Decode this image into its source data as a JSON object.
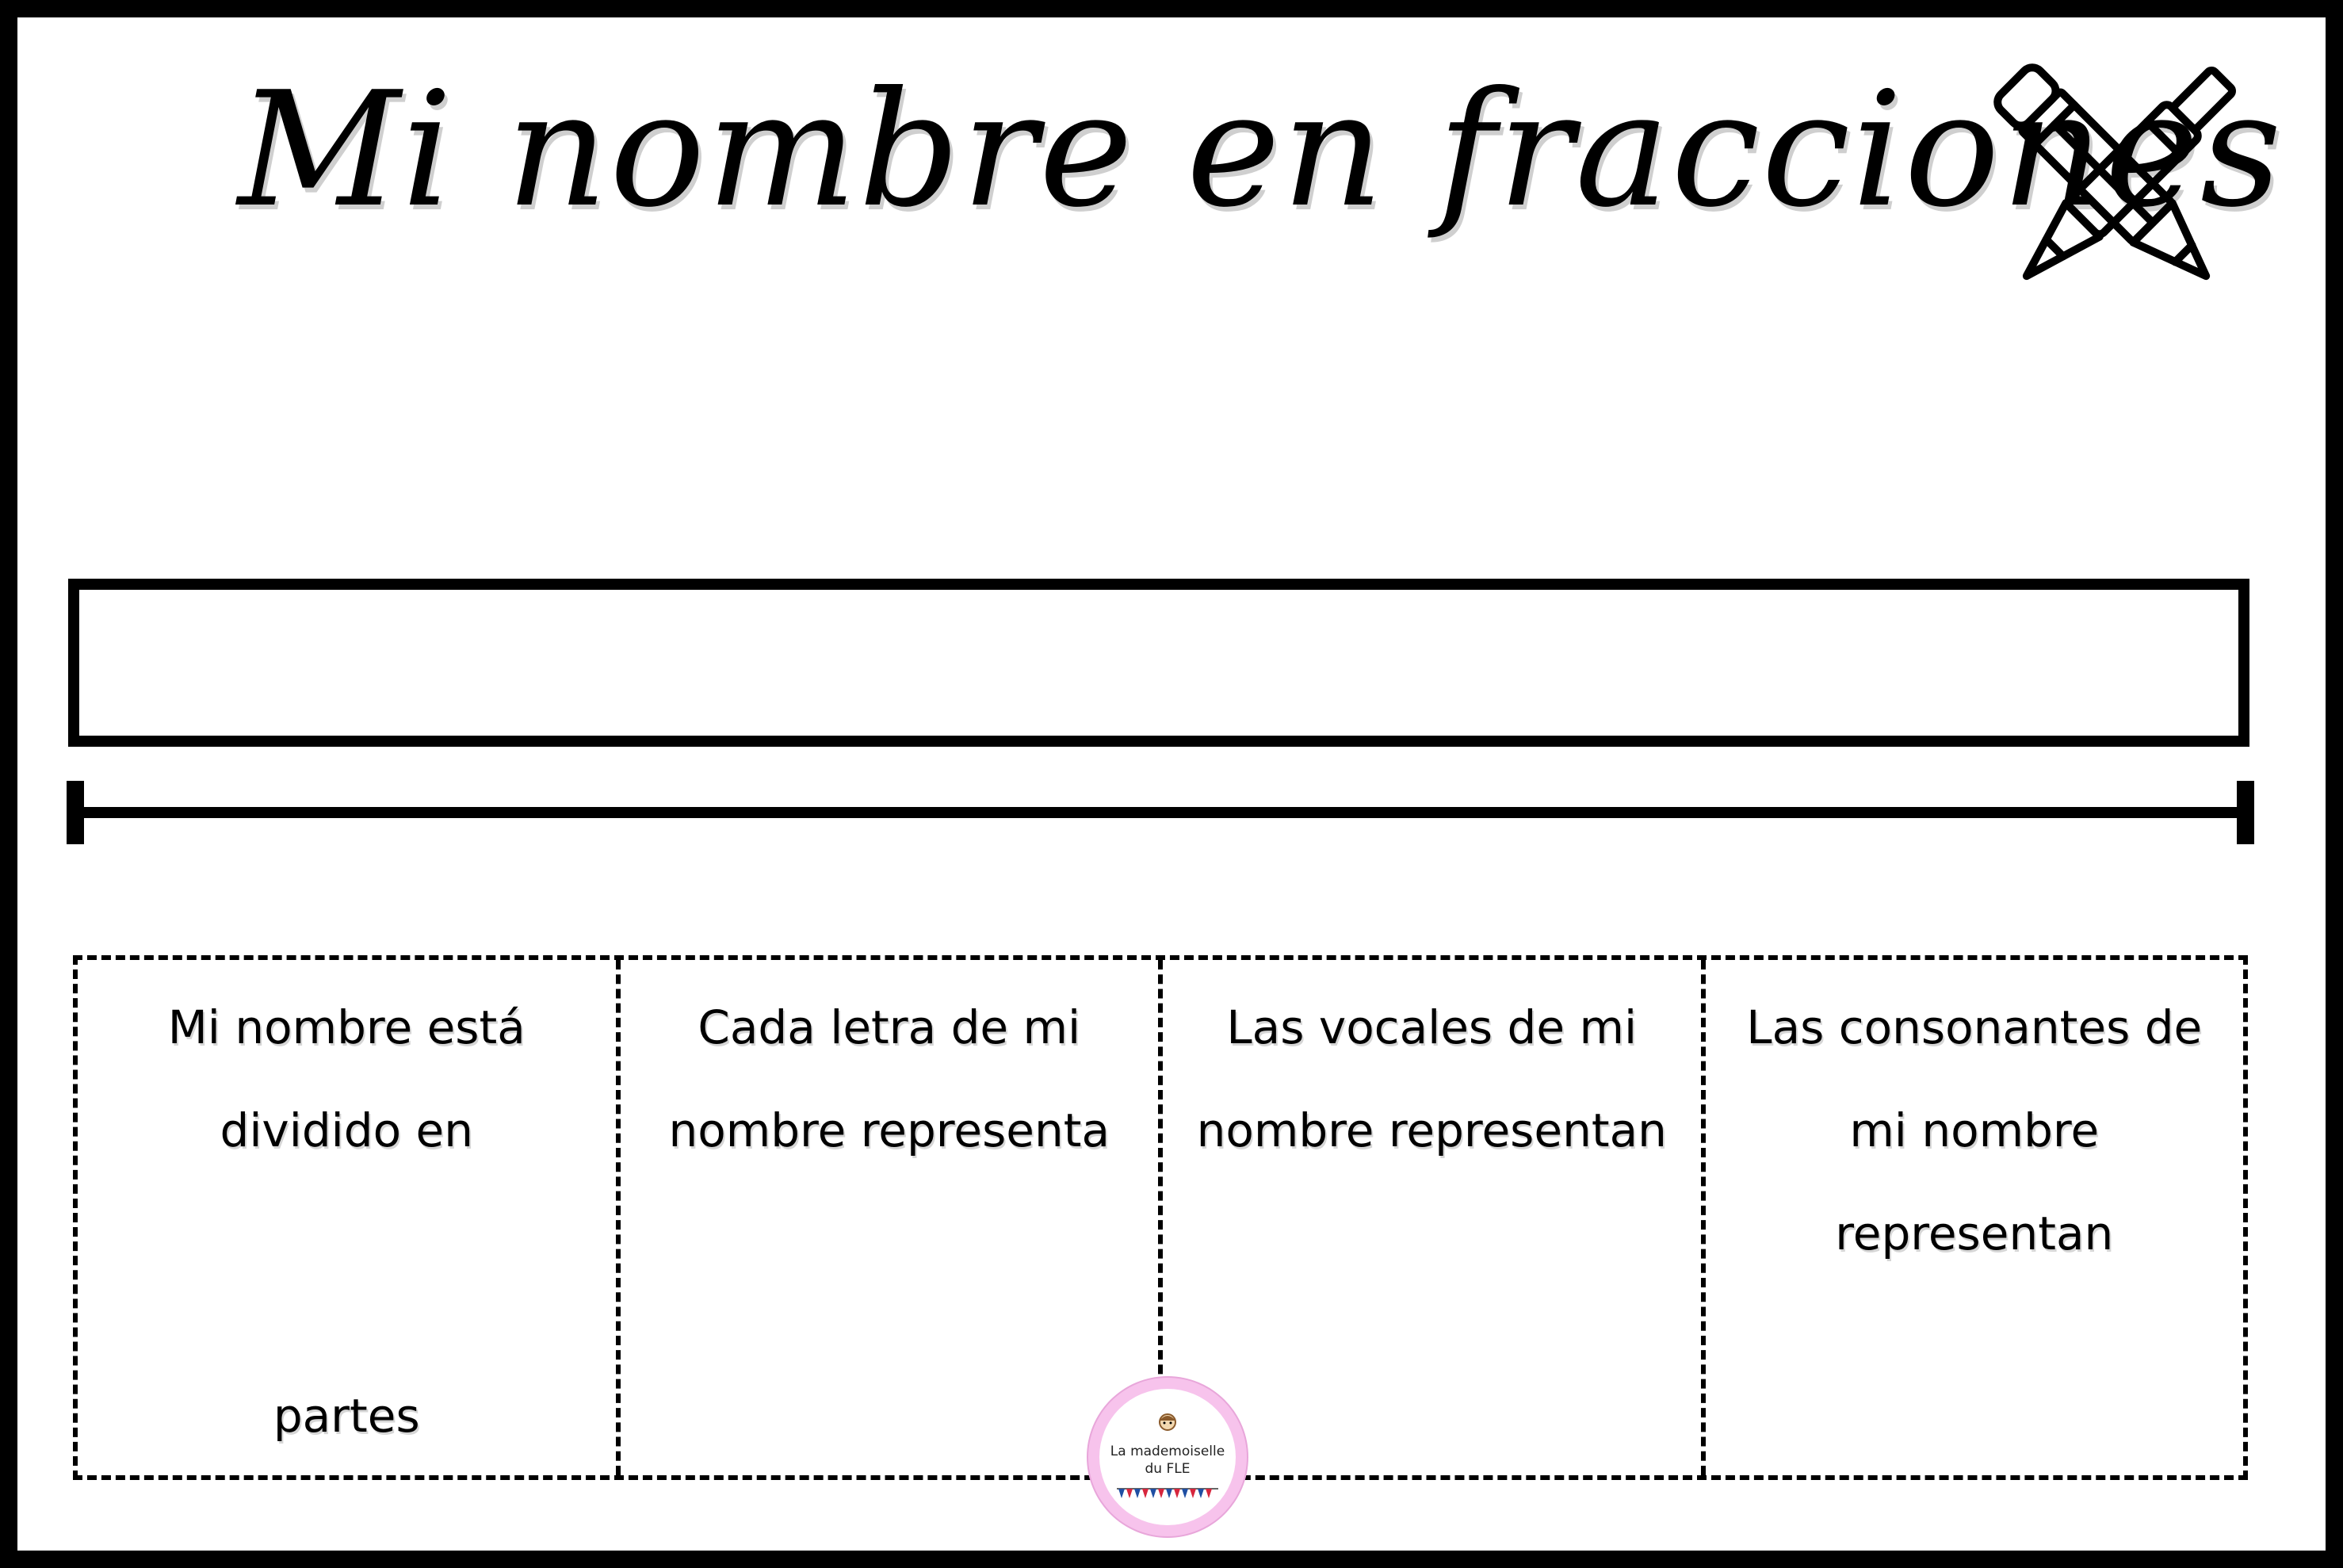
{
  "title": "Mi nombre en fracciones",
  "icons": {
    "decor": "crossed-pencil-pen-icon"
  },
  "cards": [
    {
      "top": "Mi nombre está dividido en",
      "bottom": "partes"
    },
    {
      "top": "Cada letra de mi nombre representa",
      "bottom": ""
    },
    {
      "top": "Las vocales de mi nombre representan",
      "bottom": ""
    },
    {
      "top": "Las consonantes de mi nombre representan",
      "bottom": ""
    }
  ],
  "logo": {
    "line1": "La mademoiselle",
    "line2": "du FLE"
  },
  "colors": {
    "border": "#000000",
    "logo_ring": "#f7c3ec",
    "bunting_red": "#d7263d",
    "bunting_blue": "#1f4fa3"
  }
}
